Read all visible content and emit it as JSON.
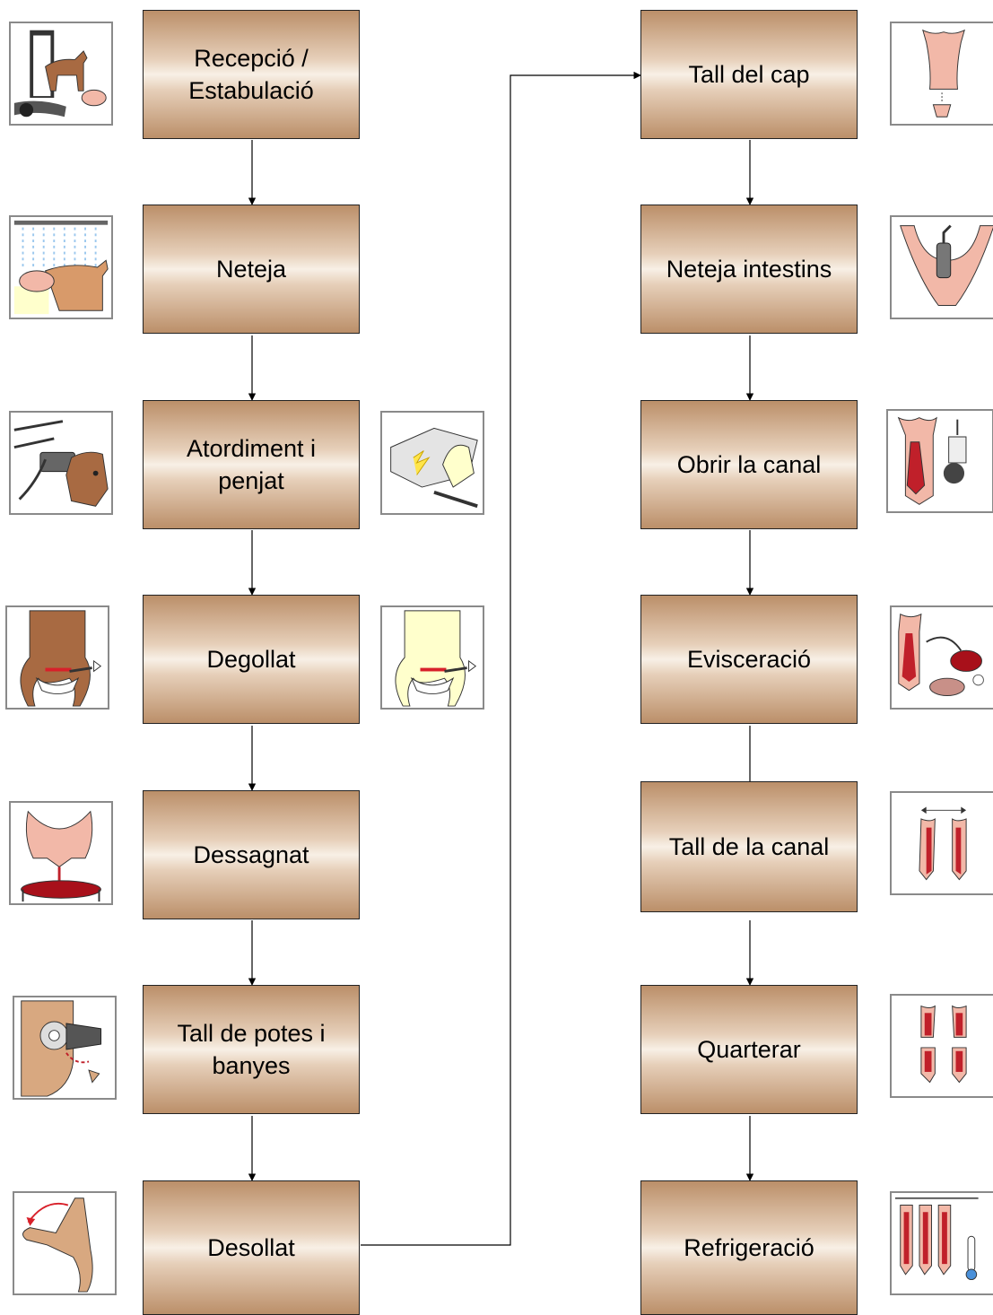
{
  "left_column": [
    {
      "label": "Recepció / Estabulació"
    },
    {
      "label": "Neteja"
    },
    {
      "label": "Atordiment i penjat"
    },
    {
      "label": "Degollat"
    },
    {
      "label": "Dessagnat"
    },
    {
      "label": "Tall de potes i banyes"
    },
    {
      "label": "Desollat"
    }
  ],
  "right_column": [
    {
      "label": "Tall del cap"
    },
    {
      "label": "Neteja intestins"
    },
    {
      "label": "Obrir la canal"
    },
    {
      "label": "Evisceració"
    },
    {
      "label": "Tall de la canal"
    },
    {
      "label": "Quarterar"
    },
    {
      "label": "Refrigeració"
    }
  ],
  "colors": {
    "box_dark": "#bb8f69",
    "box_light": "#f8f0e6",
    "arrow": "#000000",
    "skin": "#f2b8a8",
    "cattle": "#a86a42",
    "blood": "#c0202a"
  },
  "icons": [
    "reception-icon",
    "washing-icon",
    "stunning-icon",
    "electric-stunning-icon",
    "throat-cut-icon",
    "throat-cut-pale-icon",
    "bleeding-icon",
    "leg-horn-cut-icon",
    "skinning-icon",
    "head-cut-icon",
    "intestine-cleaning-icon",
    "carcass-opening-icon",
    "evisceration-icon",
    "carcass-split-icon",
    "quartering-icon",
    "refrigeration-icon"
  ]
}
